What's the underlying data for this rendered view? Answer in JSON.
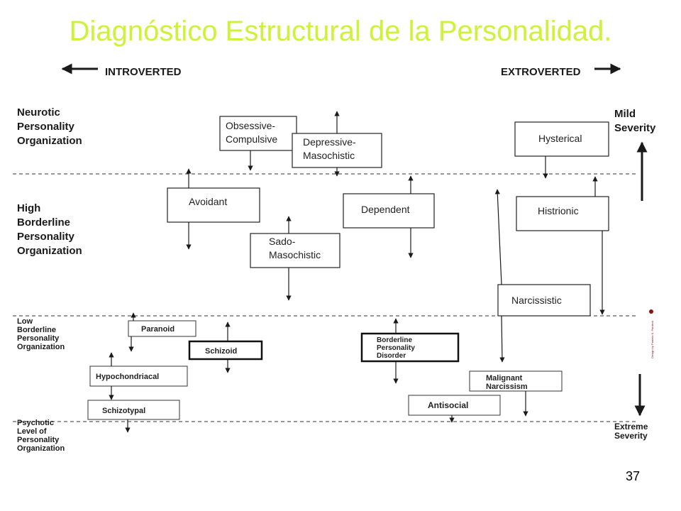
{
  "slide": {
    "title": "Diagnóstico Estructural de la Personalidad.",
    "page_number": "37"
  },
  "axis": {
    "left_label": "INTROVERTED",
    "right_label": "EXTROVERTED",
    "top_severity": [
      "Mild",
      "Severity"
    ],
    "bottom_severity": [
      "Extreme",
      "Severity"
    ]
  },
  "levels": [
    {
      "id": "neurotic",
      "lines": [
        "Neurotic",
        "Personality",
        "Organization"
      ]
    },
    {
      "id": "high-borderline",
      "lines": [
        "High",
        "Borderline",
        "Personality",
        "Organization"
      ]
    },
    {
      "id": "low-borderline",
      "lines": [
        "Low",
        "Borderline",
        "Personality",
        "Organization"
      ]
    },
    {
      "id": "psychotic",
      "lines": [
        "Psychotic",
        "Level of",
        "Personality",
        "Organization"
      ]
    }
  ],
  "disorders": [
    {
      "id": "obsessive-compulsive",
      "lines": [
        "Obsessive-",
        "Compulsive"
      ]
    },
    {
      "id": "depressive-masochistic",
      "lines": [
        "Depressive-",
        "Masochistic"
      ]
    },
    {
      "id": "hysterical",
      "lines": [
        "Hysterical"
      ]
    },
    {
      "id": "avoidant",
      "lines": [
        "Avoidant"
      ]
    },
    {
      "id": "dependent",
      "lines": [
        "Dependent"
      ]
    },
    {
      "id": "histrionic",
      "lines": [
        "Histrionic"
      ]
    },
    {
      "id": "sado-masochistic",
      "lines": [
        "Sado-",
        "Masochistic"
      ]
    },
    {
      "id": "narcissistic",
      "lines": [
        "Narcissistic"
      ]
    },
    {
      "id": "paranoid",
      "lines": [
        "Paranoid"
      ]
    },
    {
      "id": "schizoid",
      "lines": [
        "Schizoid"
      ]
    },
    {
      "id": "borderline-personality-disorder",
      "lines": [
        "Borderline",
        "Personality",
        "Disorder"
      ]
    },
    {
      "id": "hypochondriacal",
      "lines": [
        "Hypochondriacal"
      ]
    },
    {
      "id": "malignant-narcissism",
      "lines": [
        "Malignant",
        "Narcissism"
      ]
    },
    {
      "id": "schizotypal",
      "lines": [
        "Schizotypal"
      ]
    },
    {
      "id": "antisocial",
      "lines": [
        "Antisocial"
      ]
    }
  ],
  "credit_text": "Design by Pamela K. Pardeck",
  "colors": {
    "title": "#ccf23a",
    "ink": "#1a1a1a"
  }
}
